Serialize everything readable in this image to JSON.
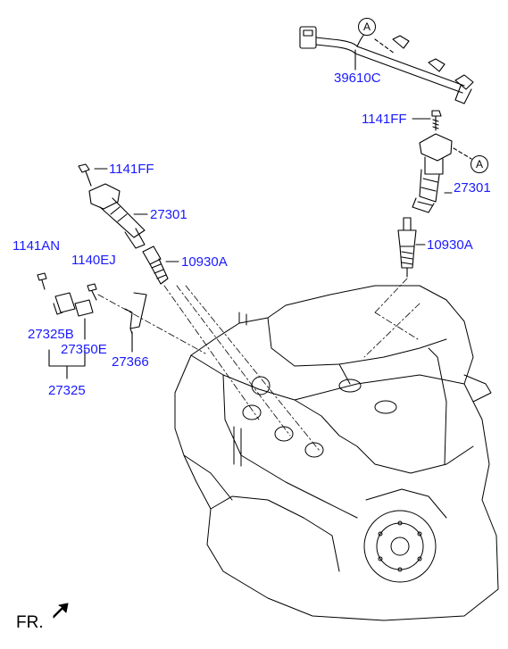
{
  "labels": {
    "wiring_harness": "39610C",
    "bolt_right": "1141FF",
    "coil_right": "27301",
    "plug_right": "10930A",
    "bolt_left": "1141FF",
    "coil_left": "27301",
    "plug_left": "10930A",
    "bolt_sensor": "1141AN",
    "bolt_bracket": "1140EJ",
    "sensor": "27325B",
    "sensor_assy": "27325",
    "sensor_sub": "27350E",
    "bracket": "27366"
  },
  "callouts": {
    "top": "A",
    "right": "A"
  },
  "front_marker": "FR.",
  "colors": {
    "label": "#1a1aff",
    "line": "#000000"
  }
}
